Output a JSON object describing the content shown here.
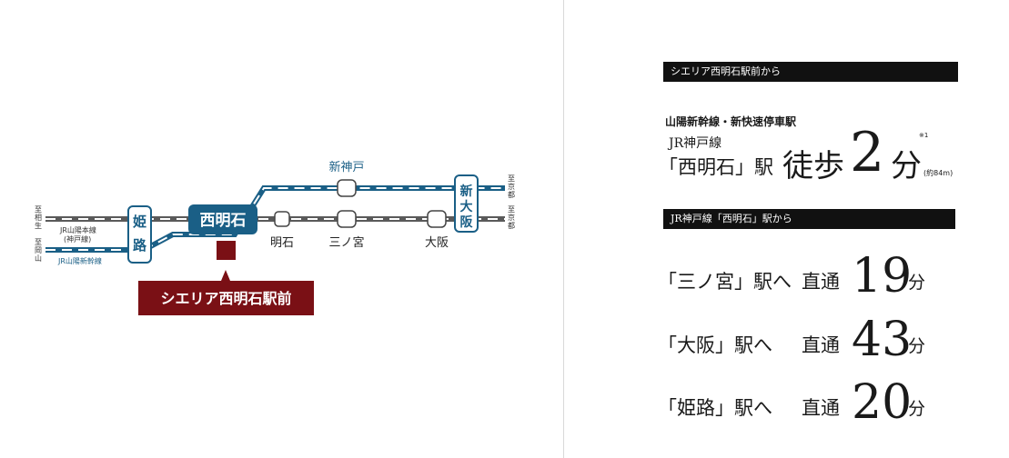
{
  "map": {
    "origin_label": "シエリア西明石駅前",
    "stations": {
      "nishi_akashi": "西明石",
      "himeji": "姫路",
      "akashi": "明石",
      "sannomiya": "三ノ宮",
      "osaka": "大阪",
      "shin_kobe": "新神戸",
      "shin_osaka": "新大阪"
    },
    "lines": {
      "sanyo": "JR山陽本線",
      "sanyo_sub": "(神戸線)",
      "shinkansen": "JR山陽新幹線"
    },
    "directions": {
      "left_top": "至相生",
      "left_bottom": "至岡山",
      "right_top": "至京都",
      "right_bottom": "至京都"
    },
    "colors": {
      "shinkansen": "#1a5f86",
      "conventional": "#5a5a5a",
      "station_box": "#1a5f86",
      "origin": "#7a1015"
    }
  },
  "info": {
    "bar1": "シエリア西明石駅前から",
    "line_desc": "山陽新幹線・新快速停車駅",
    "line_name": "JR神戸線",
    "station_quote": "「西明石」駅",
    "walk_label": "徒歩",
    "walk_minutes": "2",
    "walk_unit": "分",
    "note_mark": "※1",
    "distance": "(約84m)",
    "bar2": "JR神戸線「西明石」駅から",
    "routes": [
      {
        "dest": "「三ノ宮」駅へ",
        "type": "直通",
        "minutes": "19",
        "unit": "分"
      },
      {
        "dest": "「大阪」駅へ",
        "type": "直通",
        "minutes": "43",
        "unit": "分"
      },
      {
        "dest": "「姫路」駅へ",
        "type": "直通",
        "minutes": "20",
        "unit": "分"
      }
    ]
  }
}
